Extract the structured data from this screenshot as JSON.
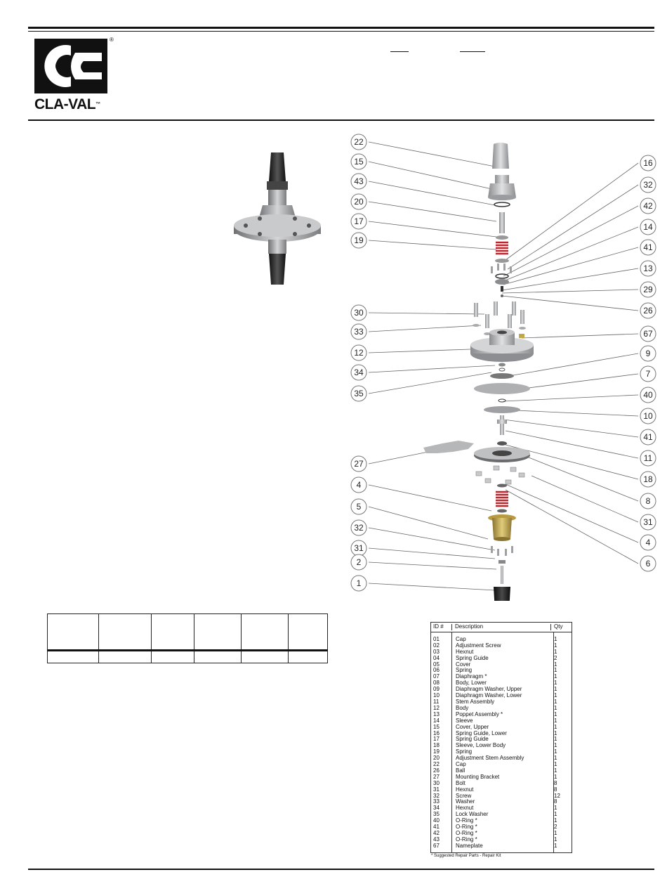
{
  "brand": {
    "name": "CLA-VAL",
    "trademark": "™",
    "registered": "®"
  },
  "labels": {
    "id_header": "ID #",
    "description_header": "Description",
    "qty_header": "Qty",
    "note": "* Suggested Repair Parts - Repair Kit"
  },
  "parts": [
    {
      "id": "01",
      "desc": "Cap",
      "qty": "1"
    },
    {
      "id": "02",
      "desc": "Adjustment Screw",
      "qty": "1"
    },
    {
      "id": "03",
      "desc": "Hexnut",
      "qty": "1"
    },
    {
      "id": "04",
      "desc": "Spring Guide",
      "qty": "2"
    },
    {
      "id": "05",
      "desc": "Cover",
      "qty": "1"
    },
    {
      "id": "06",
      "desc": "Spring",
      "qty": "1"
    },
    {
      "id": "07",
      "desc": "Diaphragm *",
      "qty": "1"
    },
    {
      "id": "08",
      "desc": "Body, Lower",
      "qty": "1"
    },
    {
      "id": "09",
      "desc": "Diaphragm Washer, Upper",
      "qty": "1"
    },
    {
      "id": "10",
      "desc": "Diaphragm Washer, Lower",
      "qty": "1"
    },
    {
      "id": "11",
      "desc": "Stem Assembly",
      "qty": "1"
    },
    {
      "id": "12",
      "desc": "Body",
      "qty": "1"
    },
    {
      "id": "13",
      "desc": "Poppet Assembly *",
      "qty": "1"
    },
    {
      "id": "14",
      "desc": "Sleeve",
      "qty": "1"
    },
    {
      "id": "15",
      "desc": "Cover, Upper",
      "qty": "1"
    },
    {
      "id": "16",
      "desc": "Spring Guide, Lower",
      "qty": "1"
    },
    {
      "id": "17",
      "desc": "Spring Guide",
      "qty": "1"
    },
    {
      "id": "18",
      "desc": "Sleeve, Lower Body",
      "qty": "1"
    },
    {
      "id": "19",
      "desc": "Spring",
      "qty": "1"
    },
    {
      "id": "20",
      "desc": "Adjustment Stem Assembly",
      "qty": "1"
    },
    {
      "id": "22",
      "desc": "Cap",
      "qty": "1"
    },
    {
      "id": "26",
      "desc": "Ball",
      "qty": "1"
    },
    {
      "id": "27",
      "desc": "Mounting Bracket",
      "qty": "1"
    },
    {
      "id": "30",
      "desc": "Bolt",
      "qty": "8"
    },
    {
      "id": "31",
      "desc": "Hexnut",
      "qty": "8"
    },
    {
      "id": "32",
      "desc": "Screw",
      "qty": "12"
    },
    {
      "id": "33",
      "desc": "Washer",
      "qty": "8"
    },
    {
      "id": "34",
      "desc": "Hexnut",
      "qty": "1"
    },
    {
      "id": "35",
      "desc": "Lock Washer",
      "qty": "1"
    },
    {
      "id": "40",
      "desc": "O-Ring *",
      "qty": "1"
    },
    {
      "id": "41",
      "desc": "O-Ring *",
      "qty": "2"
    },
    {
      "id": "42",
      "desc": "O-Ring *",
      "qty": "1"
    },
    {
      "id": "43",
      "desc": "O-Ring *",
      "qty": "1"
    },
    {
      "id": "67",
      "desc": "Nameplate",
      "qty": "1"
    }
  ],
  "callouts_left": [
    "22",
    "15",
    "43",
    "20",
    "17",
    "19",
    "30",
    "33",
    "12",
    "34",
    "35",
    "27",
    "4",
    "5",
    "32",
    "31",
    "2",
    "1"
  ],
  "callouts_right": [
    "16",
    "32",
    "42",
    "14",
    "41",
    "13",
    "29",
    "26",
    "67",
    "9",
    "7",
    "40",
    "10",
    "41",
    "11",
    "18",
    "8",
    "31",
    "4",
    "6"
  ],
  "colors": {
    "spring": "#c0262d",
    "gold": "#c2a64a",
    "metal": "#a9abad",
    "dark": "#1c1c1c"
  }
}
